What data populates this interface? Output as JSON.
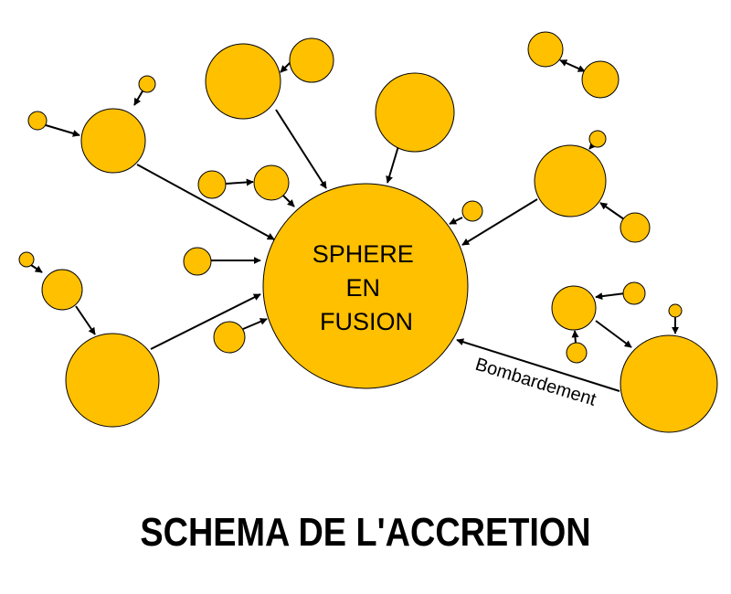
{
  "title": "SCHEMA DE L'ACCRETION",
  "core": {
    "lines": [
      "SPHERE",
      "EN",
      "FUSION"
    ]
  },
  "bombardment_label": "Bombardement",
  "colors": {
    "body_fill": "#FFC000",
    "stroke": "#000000",
    "text": "#000000"
  }
}
